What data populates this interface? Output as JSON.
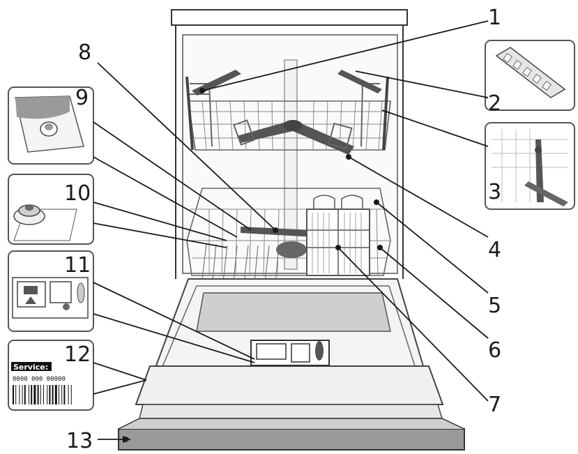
{
  "callouts": [
    {
      "id": "1",
      "label": "1"
    },
    {
      "id": "2",
      "label": "2"
    },
    {
      "id": "3",
      "label": "3"
    },
    {
      "id": "4",
      "label": "4"
    },
    {
      "id": "5",
      "label": "5"
    },
    {
      "id": "6",
      "label": "6"
    },
    {
      "id": "7",
      "label": "7"
    },
    {
      "id": "8",
      "label": "8"
    },
    {
      "id": "9",
      "label": "9"
    },
    {
      "id": "10",
      "label": "10"
    },
    {
      "id": "11",
      "label": "11"
    },
    {
      "id": "12",
      "label": "12"
    },
    {
      "id": "13",
      "label": "13"
    }
  ],
  "service_label": {
    "title": "Service:",
    "code": "0000 000 00000"
  }
}
